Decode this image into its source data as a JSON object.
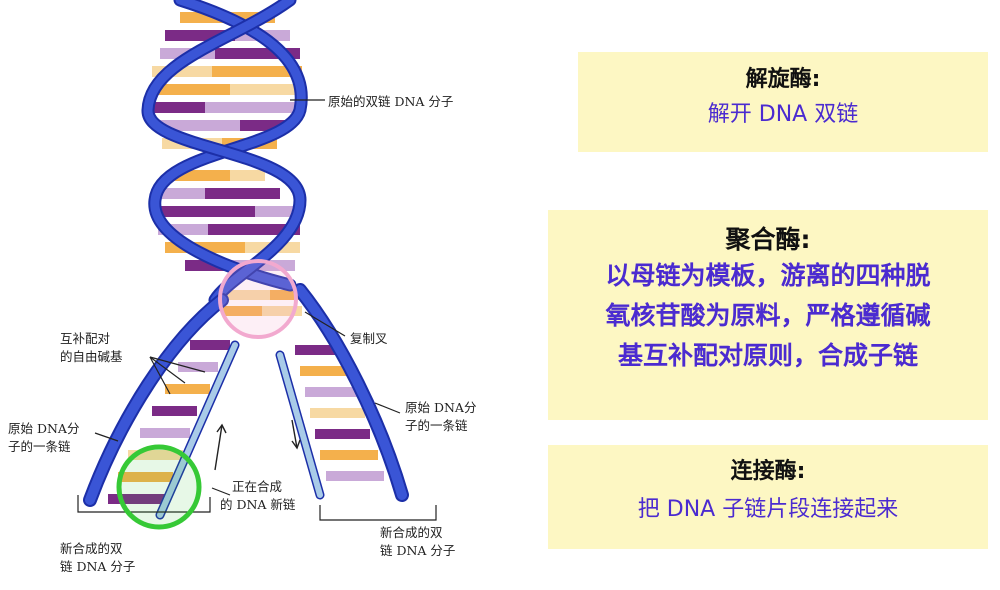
{
  "diagram": {
    "labels": {
      "original_dna": "原始的双链 DNA 分子",
      "free_bases_line1": "互补配对",
      "free_bases_line2": "的自由碱基",
      "replication_fork": "复制叉",
      "left_strand_line1": "原始 DNA分",
      "left_strand_line2": "子的一条链",
      "right_strand_line1": "原始 DNA分",
      "right_strand_line2": "子的一条链",
      "synthesizing_line1": "正在合成",
      "synthesizing_line2": "的 DNA 新链",
      "new_left_line1": "新合成的双",
      "new_left_line2": "链 DNA 分子",
      "new_right_line1": "新合成的双",
      "new_right_line2": "链 DNA 分子"
    },
    "colors": {
      "backbone": "#3a55d6",
      "backbone_edge": "#1c2fa8",
      "base_purple": "#7b2b86",
      "base_lilac": "#c9a9d8",
      "base_orange": "#f4b04c",
      "base_peach": "#f7d9a3",
      "highlight_pink": "#f2a9cf",
      "highlight_green": "#36c936"
    }
  },
  "enzymes": [
    {
      "name": "解旋酶:",
      "desc_lines": [
        "解开 DNA 双链"
      ]
    },
    {
      "name": "聚合酶:",
      "desc_lines": [
        "以母链为模板，游离的四种脱",
        "氧核苷酸为原料，严格遵循碱",
        "基互补配对原则，合成子链"
      ]
    },
    {
      "name": "连接酶:",
      "desc_lines": [
        "把 DNA 子链片段连接起来"
      ]
    }
  ],
  "colors": {
    "box_bg": "#fdf7c3",
    "desc_text": "#4b2bd0"
  }
}
